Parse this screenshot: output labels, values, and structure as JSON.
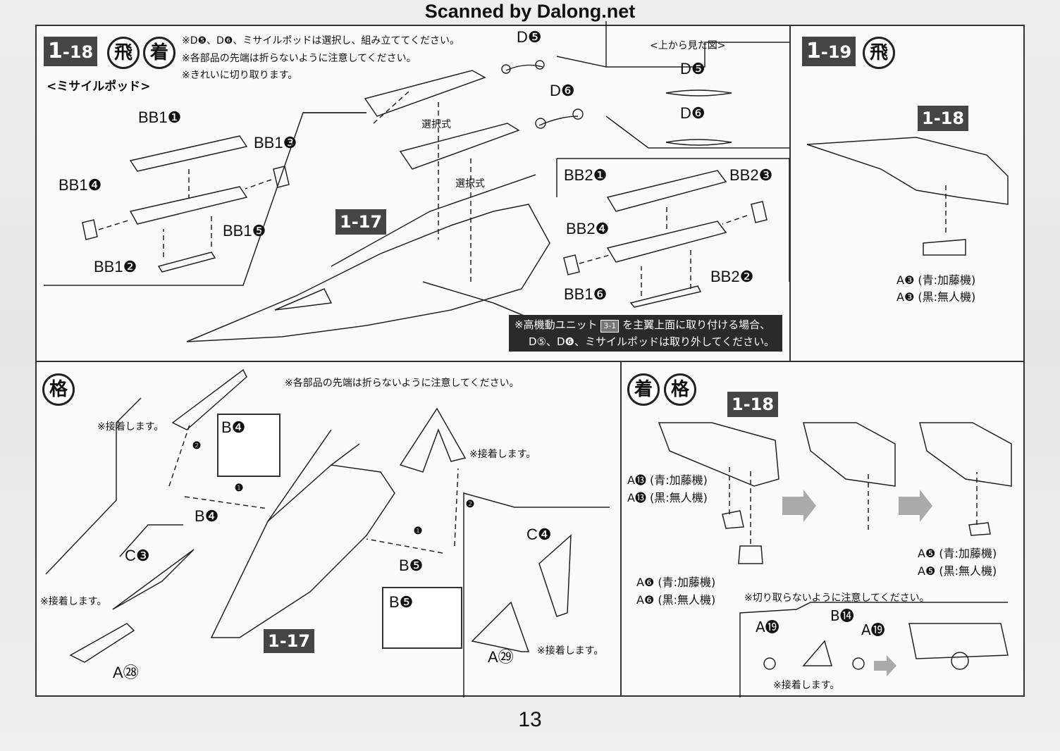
{
  "watermark": "Scanned by Dalong.net",
  "page_number": "13",
  "steps": {
    "s1_18": {
      "num_a": "1",
      "num_b": "-18",
      "icons": [
        "飛",
        "着"
      ],
      "subtitle": "<ミサイルポッド>",
      "notes": [
        "※D❺、D❻、ミサイルポッドは選択し、組み立ててください。",
        "※各部品の先端は折らないように注意してください。",
        "※きれいに切り取ります。"
      ],
      "topview_title": "<上から見た図>",
      "parts": [
        "D❺",
        "D❻",
        "BB1❶",
        "BB1❸",
        "BB1❹",
        "BB1❺",
        "BB1❷",
        "BB2❶",
        "BB2❸",
        "BB2❹",
        "BB2❷",
        "BB1❻"
      ],
      "topview_parts": [
        "D❺",
        "D❻"
      ],
      "select_labels": [
        "選択式",
        "選択式"
      ],
      "ref_step": "1-17",
      "warning_line1_a": "※高機動ユニット",
      "warning_ref": "3-1",
      "warning_line1_b": "を主翼上面に取り付ける場合、",
      "warning_line2": "D⑤、D❻、ミサイルポッドは取り外してください。"
    },
    "s1_19": {
      "num_a": "1",
      "num_b": "-19",
      "icons": [
        "飛"
      ],
      "ref_step": "1-18",
      "parts": [
        "A❸ (青:加藤機)",
        "A❸ (黒:無人機)"
      ]
    },
    "s_kaku": {
      "icons": [
        "格"
      ],
      "note": "※各部品の先端は折らないように注意してください。",
      "glue_notes": [
        "※接着します。",
        "※接着します。",
        "※接着します。",
        "※接着します。"
      ],
      "parts": [
        "B❹",
        "B❹",
        "B❺",
        "B❺",
        "C❸",
        "C❹",
        "A㉘",
        "A㉙"
      ],
      "ref_step": "1-17",
      "arrows": [
        "❷",
        "❶",
        "❶",
        "❷"
      ]
    },
    "s_chaku_kaku": {
      "icons": [
        "着",
        "格"
      ],
      "ref_step": "1-18",
      "parts_left": [
        "A⓭ (青:加藤機)",
        "A⓭ (黒:無人機)",
        "A❻ (青:加藤機)",
        "A❻ (黒:無人機)"
      ],
      "parts_right": [
        "A❺ (青:加藤機)",
        "A❺ (黒:無人機)"
      ],
      "note": "※切り取らないように注意してください。",
      "detail_parts": [
        "A⓳",
        "B⓮",
        "A⓳"
      ],
      "glue_note": "※接着します。"
    }
  }
}
